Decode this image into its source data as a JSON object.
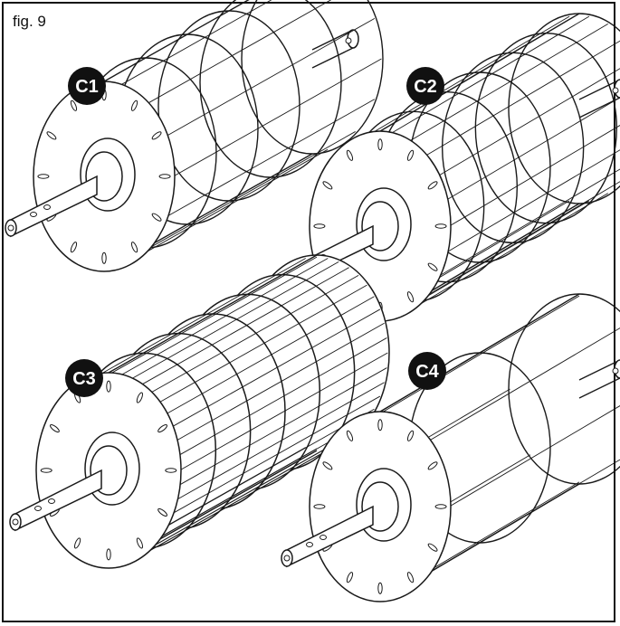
{
  "figure": {
    "label": "fig. 9"
  },
  "rollers": [
    {
      "id": "C1",
      "style": "open-vanes"
    },
    {
      "id": "C2",
      "style": "dense-vanes"
    },
    {
      "id": "C3",
      "style": "closed-drum"
    },
    {
      "id": "C4",
      "style": "cage"
    }
  ],
  "colors": {
    "ink": "#1a1a1a",
    "badge": "#111111",
    "paper": "#ffffff"
  }
}
